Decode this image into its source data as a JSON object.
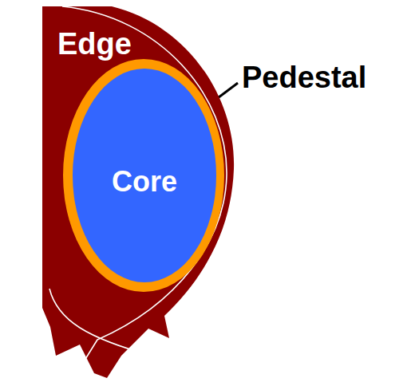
{
  "diagram": {
    "nodes": [
      {
        "text": [
          "Edge"
        ]
      },
      {
        "text": [
          "Core"
        ],
        "in": 0
      }
    ],
    "labels": [
      "Pedestal"
    ]
  }
}
